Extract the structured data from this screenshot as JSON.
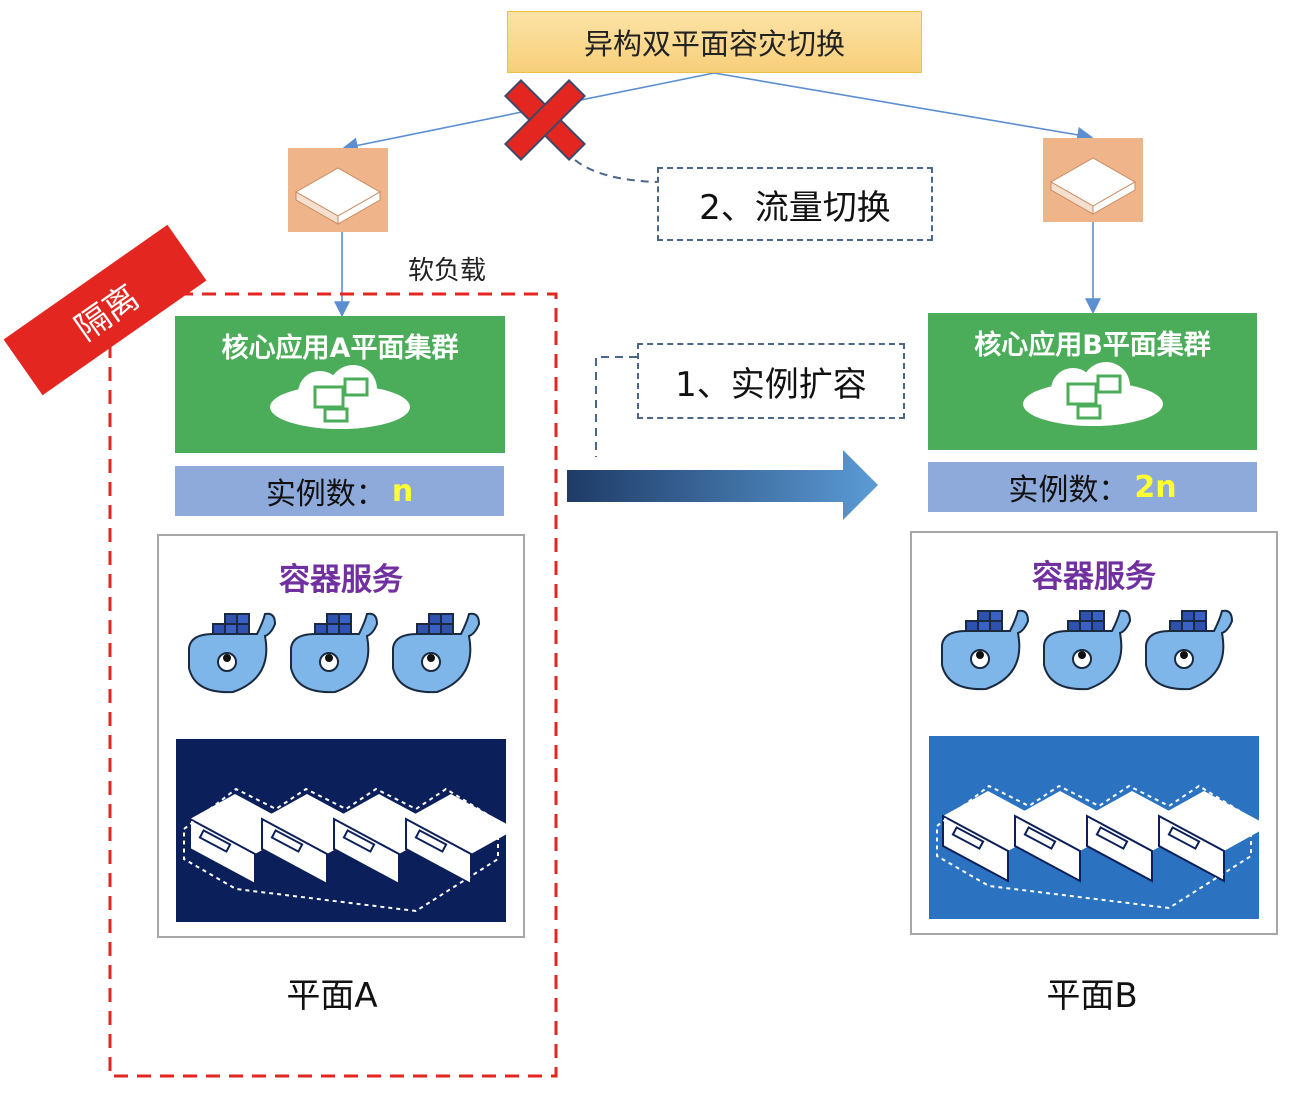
{
  "title": "异构双平面容灾切换",
  "step_traffic": "2、流量切换",
  "step_scale": "1、实例扩容",
  "soft_lb_label": "软负载",
  "isolation_label": "隔离",
  "plane_a": {
    "cluster_title": "核心应用A平面集群",
    "instance_label": "实例数：",
    "instance_value": "n",
    "container_title": "容器服务",
    "plane_label": "平面A",
    "server_bg": "#0b1f5b"
  },
  "plane_b": {
    "cluster_title": "核心应用B平面集群",
    "instance_label": "实例数：",
    "instance_value": "2n",
    "container_title": "容器服务",
    "plane_label": "平面B",
    "server_bg": "#2b73c0"
  },
  "colors": {
    "green": "#4bad5a",
    "instance": "#8eaadb",
    "isolation": "#e3261f",
    "container_title": "#7030a0"
  }
}
